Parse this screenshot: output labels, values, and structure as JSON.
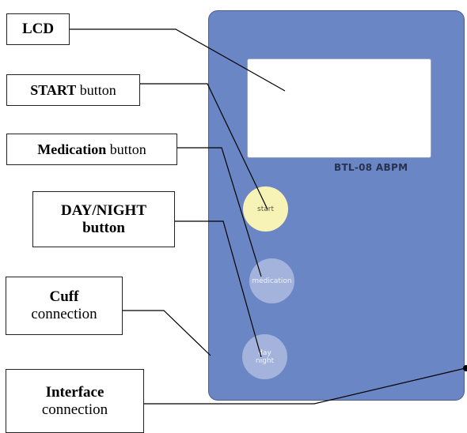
{
  "device": {
    "model_label": "BTL-08 ABPM",
    "body_color": "#6b86c4",
    "start_button": {
      "label": "start",
      "color": "#f7f2b6"
    },
    "medication_button": {
      "label": "medication",
      "color": "#a3b3dc"
    },
    "daynight_button": {
      "label": "day\nnight",
      "color": "#a3b3dc"
    }
  },
  "callouts": {
    "lcd": {
      "bold": "LCD"
    },
    "start": {
      "bold": "START",
      "normal": " button"
    },
    "medication": {
      "bold": "Medication",
      "normal": " button"
    },
    "daynight": {
      "bold": "DAY/NIGHT",
      "bold2": "button"
    },
    "cuff": {
      "bold": "Cuff",
      "normal": "connection"
    },
    "interface": {
      "bold": "Interface",
      "normal": "connection"
    }
  }
}
